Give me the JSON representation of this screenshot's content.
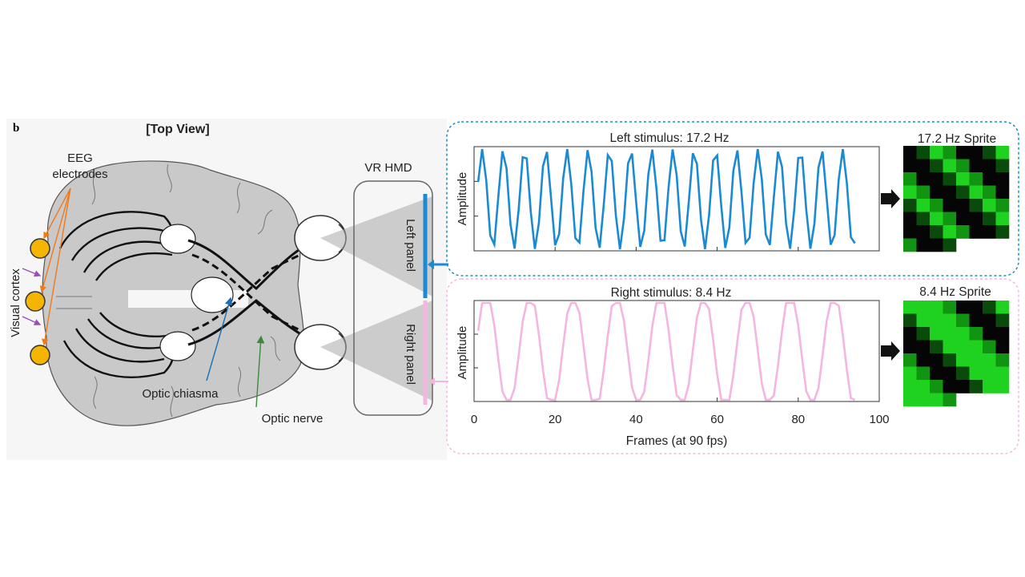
{
  "figure": {
    "panel_letter": "b",
    "view_title": "[Top View]"
  },
  "brain": {
    "eeg_label_1": "EEG",
    "eeg_label_2": "electrodes",
    "visual_cortex": "Visual cortex",
    "optic_chiasma": "Optic chiasma",
    "optic_nerve": "Optic nerve",
    "electrode_color": "#f5b400"
  },
  "hmd": {
    "title": "VR HMD",
    "left_panel": "Left panel",
    "right_panel": "Right panel",
    "left_color": "#1a8ad4",
    "right_color": "#f4b6e0"
  },
  "left_stimulus": {
    "title": "Left stimulus: 17.2 Hz",
    "ylabel": "Amplitude",
    "sprite_title": "17.2 Hz Sprite",
    "color": "#1a8ad4",
    "frequency_hz": 17.2,
    "fps": 90
  },
  "right_stimulus": {
    "title": "Right stimulus: 8.4 Hz",
    "ylabel": "Amplitude",
    "sprite_title": "8.4 Hz Sprite",
    "color": "#f4b6e0",
    "frequency_hz": 8.4,
    "fps": 90
  },
  "axis": {
    "xlabel": "Frames (at 90 fps)",
    "xticks": [
      "0",
      "20",
      "40",
      "60",
      "80",
      "100"
    ]
  },
  "chart_data": [
    {
      "type": "line",
      "title": "Left stimulus: 17.2 Hz",
      "xlabel": "",
      "ylabel": "Amplitude",
      "xlim": [
        0,
        100
      ],
      "frames": [
        1,
        94
      ],
      "frequency_hz": 17.2,
      "fps": 90,
      "series": []
    },
    {
      "type": "line",
      "title": "Right stimulus: 8.4 Hz",
      "xlabel": "Frames (at 90 fps)",
      "ylabel": "Amplitude",
      "xlim": [
        0,
        100
      ],
      "frames": [
        1,
        94
      ],
      "frequency_hz": 8.4,
      "fps": 90,
      "series": []
    }
  ]
}
